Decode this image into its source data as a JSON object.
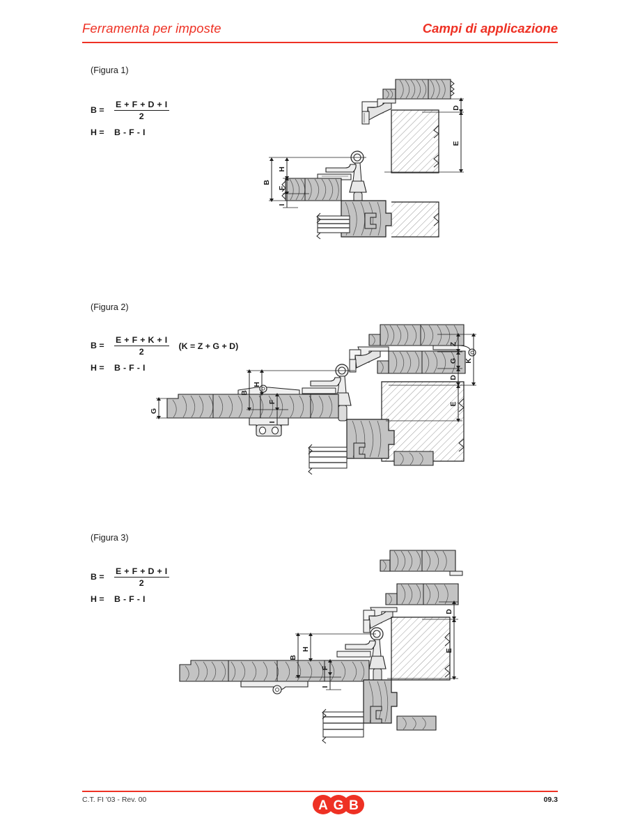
{
  "header": {
    "left_title": "Ferramenta per imposte",
    "right_title": "Campi di applicazione",
    "accent_color": "#ee3124"
  },
  "footer": {
    "revision": "C.T. FI '03 - Rev. 00",
    "page_number": "09.3",
    "logo_letters": [
      "A",
      "G",
      "B"
    ],
    "logo_color": "#ee3124"
  },
  "figures": [
    {
      "caption": "(Figura 1)",
      "formulas": [
        {
          "lhs": "B =",
          "numerator": "E + F + D + I",
          "denominator": "2",
          "note": ""
        },
        {
          "lhs": "H =",
          "expression": "B - F - I"
        }
      ],
      "dimension_labels_left": [
        "B",
        "H",
        "F",
        "I"
      ],
      "dimension_labels_right": [
        "D",
        "E"
      ]
    },
    {
      "caption": "(Figura 2)",
      "formulas": [
        {
          "lhs": "B =",
          "numerator": "E + F + K + I",
          "denominator": "2",
          "note": "(K = Z + G + D)"
        },
        {
          "lhs": "H =",
          "expression": "B - F - I"
        }
      ],
      "dimension_labels_left": [
        "G",
        "B",
        "H",
        "F",
        "I"
      ],
      "dimension_labels_right": [
        "Z",
        "G",
        "D",
        "K",
        "E"
      ]
    },
    {
      "caption": "(Figura 3)",
      "formulas": [
        {
          "lhs": "B =",
          "numerator": "E + F + D + I",
          "denominator": "2",
          "note": ""
        },
        {
          "lhs": "H =",
          "expression": "B - F - I"
        }
      ],
      "dimension_labels_left": [
        "B",
        "H",
        "F",
        "I"
      ],
      "dimension_labels_right": [
        "D",
        "E"
      ]
    }
  ],
  "drawing_colors": {
    "wood_fill": "#c3c3c3",
    "grain_line": "#5a5a5a",
    "outline": "#1f1f1f",
    "wall_hatch": "#8c8c8c",
    "metal_fill": "#e8e8e8",
    "dimension_line": "#1f1f1f"
  }
}
